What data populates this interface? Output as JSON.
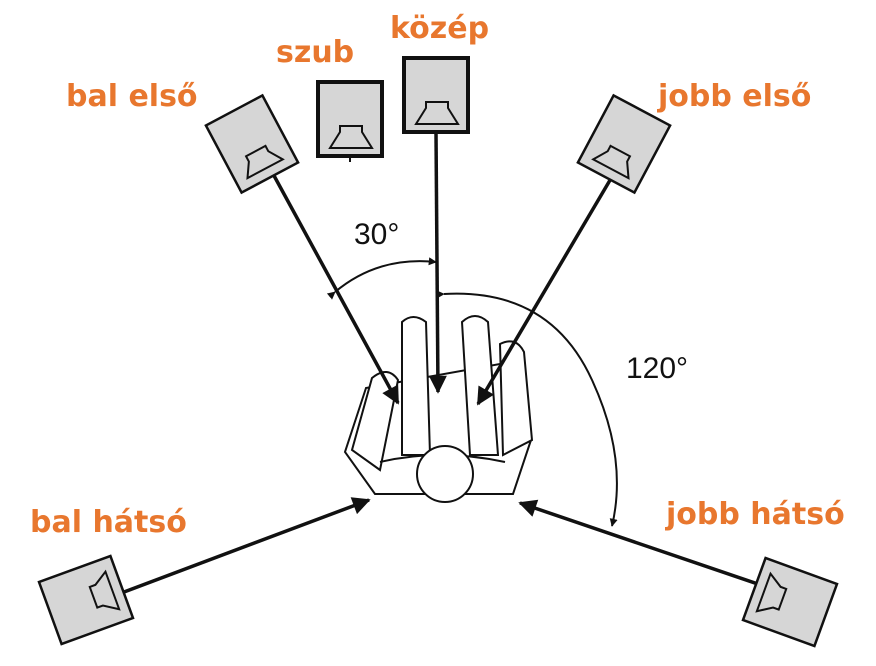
{
  "labels": {
    "kozep": "közép",
    "szub": "szub",
    "bal_elso": "bal első",
    "jobb_elso": "jobb első",
    "bal_hatso": "bal hátsó",
    "jobb_hatso": "jobb hátsó"
  },
  "angles": {
    "front_angle": "30°",
    "rear_angle": "120°"
  },
  "colors": {
    "label": "#e8772e",
    "speaker_fill": "#d6d6d6",
    "line": "#111111"
  }
}
